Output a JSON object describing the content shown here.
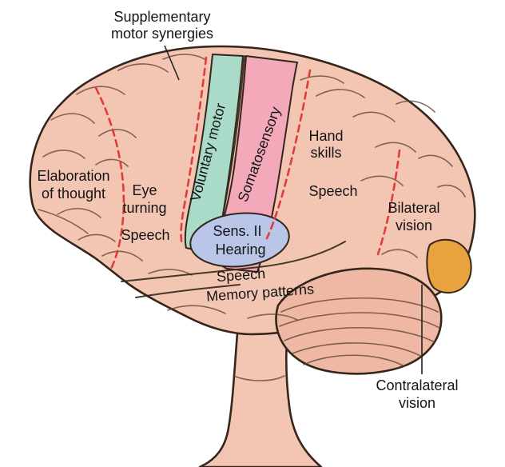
{
  "diagram": {
    "colors": {
      "brain": "#f3c6b4",
      "cerebellum": "#eeb8a4",
      "brainstem": "#f3c6b4",
      "voluntary_motor_fill": "#a9dbc8",
      "somatosensory_fill": "#f4a9bb",
      "hearing_fill": "#b9c6e8",
      "vision_fill": "#e8a23e",
      "boundary": "#e23b3b",
      "outline": "#35251b",
      "background": "#ffffff"
    },
    "labels": {
      "supplementary_motor": {
        "line1": "Supplementary",
        "line2": "motor synergies"
      },
      "voluntary_motor": "Voluntary motor",
      "somatosensory": "Somatosensory",
      "hand_skills": {
        "line1": "Hand",
        "line2": "skills"
      },
      "speech_upper": "Speech",
      "elaboration_of_thought": {
        "line1": "Elaboration",
        "line2": "of thought"
      },
      "eye_turning": {
        "line1": "Eye",
        "line2": "turning"
      },
      "speech_frontal": "Speech",
      "bilateral_vision": {
        "line1": "Bilateral",
        "line2": "vision"
      },
      "sens_ii_hearing": {
        "line1": "Sens. II",
        "line2": "Hearing"
      },
      "speech_temporal": "Speech",
      "memory_patterns": "Memory patterns",
      "contralateral_vision": {
        "line1": "Contralateral",
        "line2": "vision"
      }
    }
  }
}
